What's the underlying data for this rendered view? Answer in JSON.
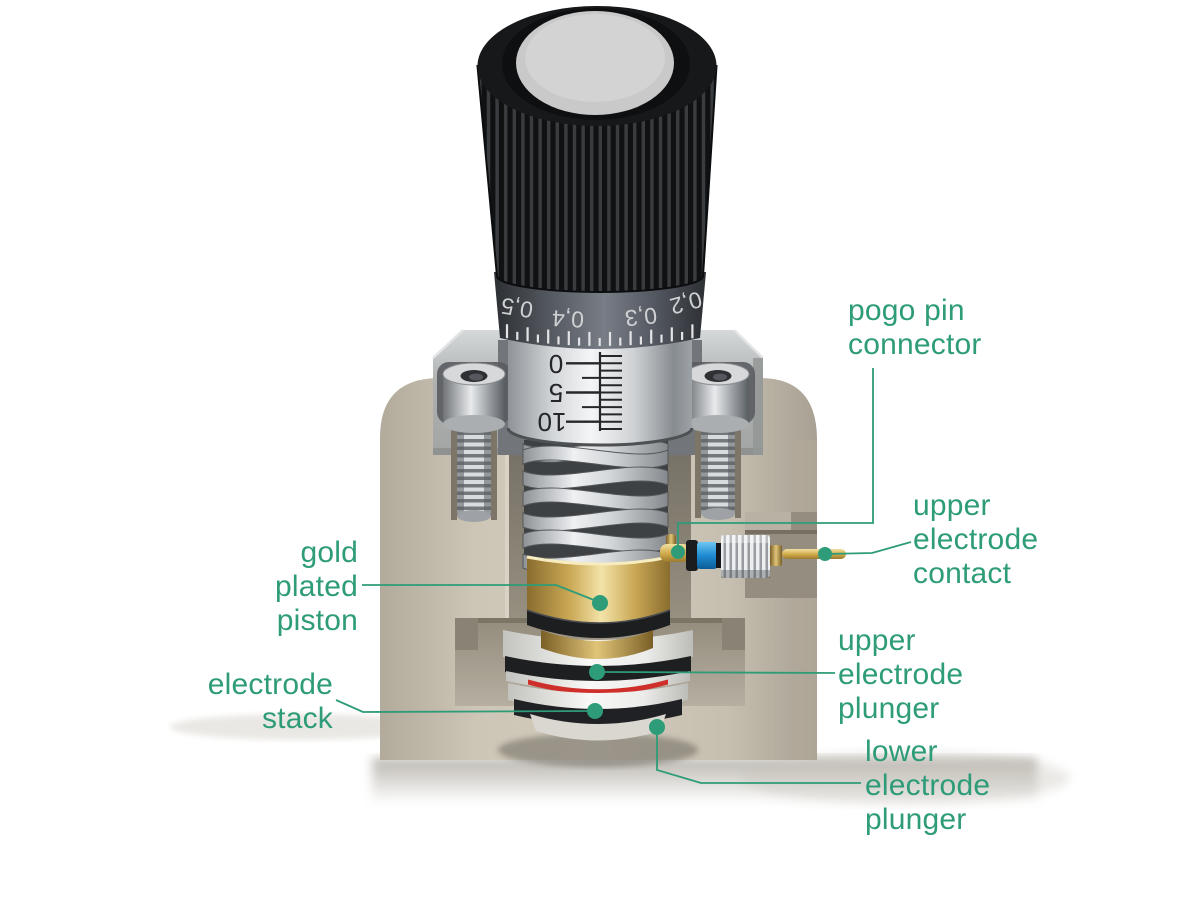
{
  "diagram": {
    "accent_color": "#2e9c78",
    "labels": {
      "pogo_pin_connector": {
        "text": "pogo pin\nconnector"
      },
      "upper_electrode_contact": {
        "text": "upper\nelectrode\ncontact"
      },
      "gold_plated_piston": {
        "text": "gold\nplated\npiston"
      },
      "electrode_stack": {
        "text": "electrode\nstack"
      },
      "upper_electrode_plunger": {
        "text": "upper\nelectrode\nplunger"
      },
      "lower_electrode_plunger": {
        "text": "lower\nelectrode\nplunger"
      }
    },
    "micrometer": {
      "thimble_scale_labels": [
        "0,5",
        "0,4",
        "0,3",
        "0,2"
      ],
      "sleeve_scale_labels": [
        "0",
        "5",
        "10"
      ]
    },
    "colors": {
      "callout_green": "#2e9c78",
      "piston_gold": "#d4b25e",
      "pogo_blue": "#2a9fe0",
      "electrode_red": "#cf2f2a",
      "body_beige": "#c9c2b3"
    }
  }
}
